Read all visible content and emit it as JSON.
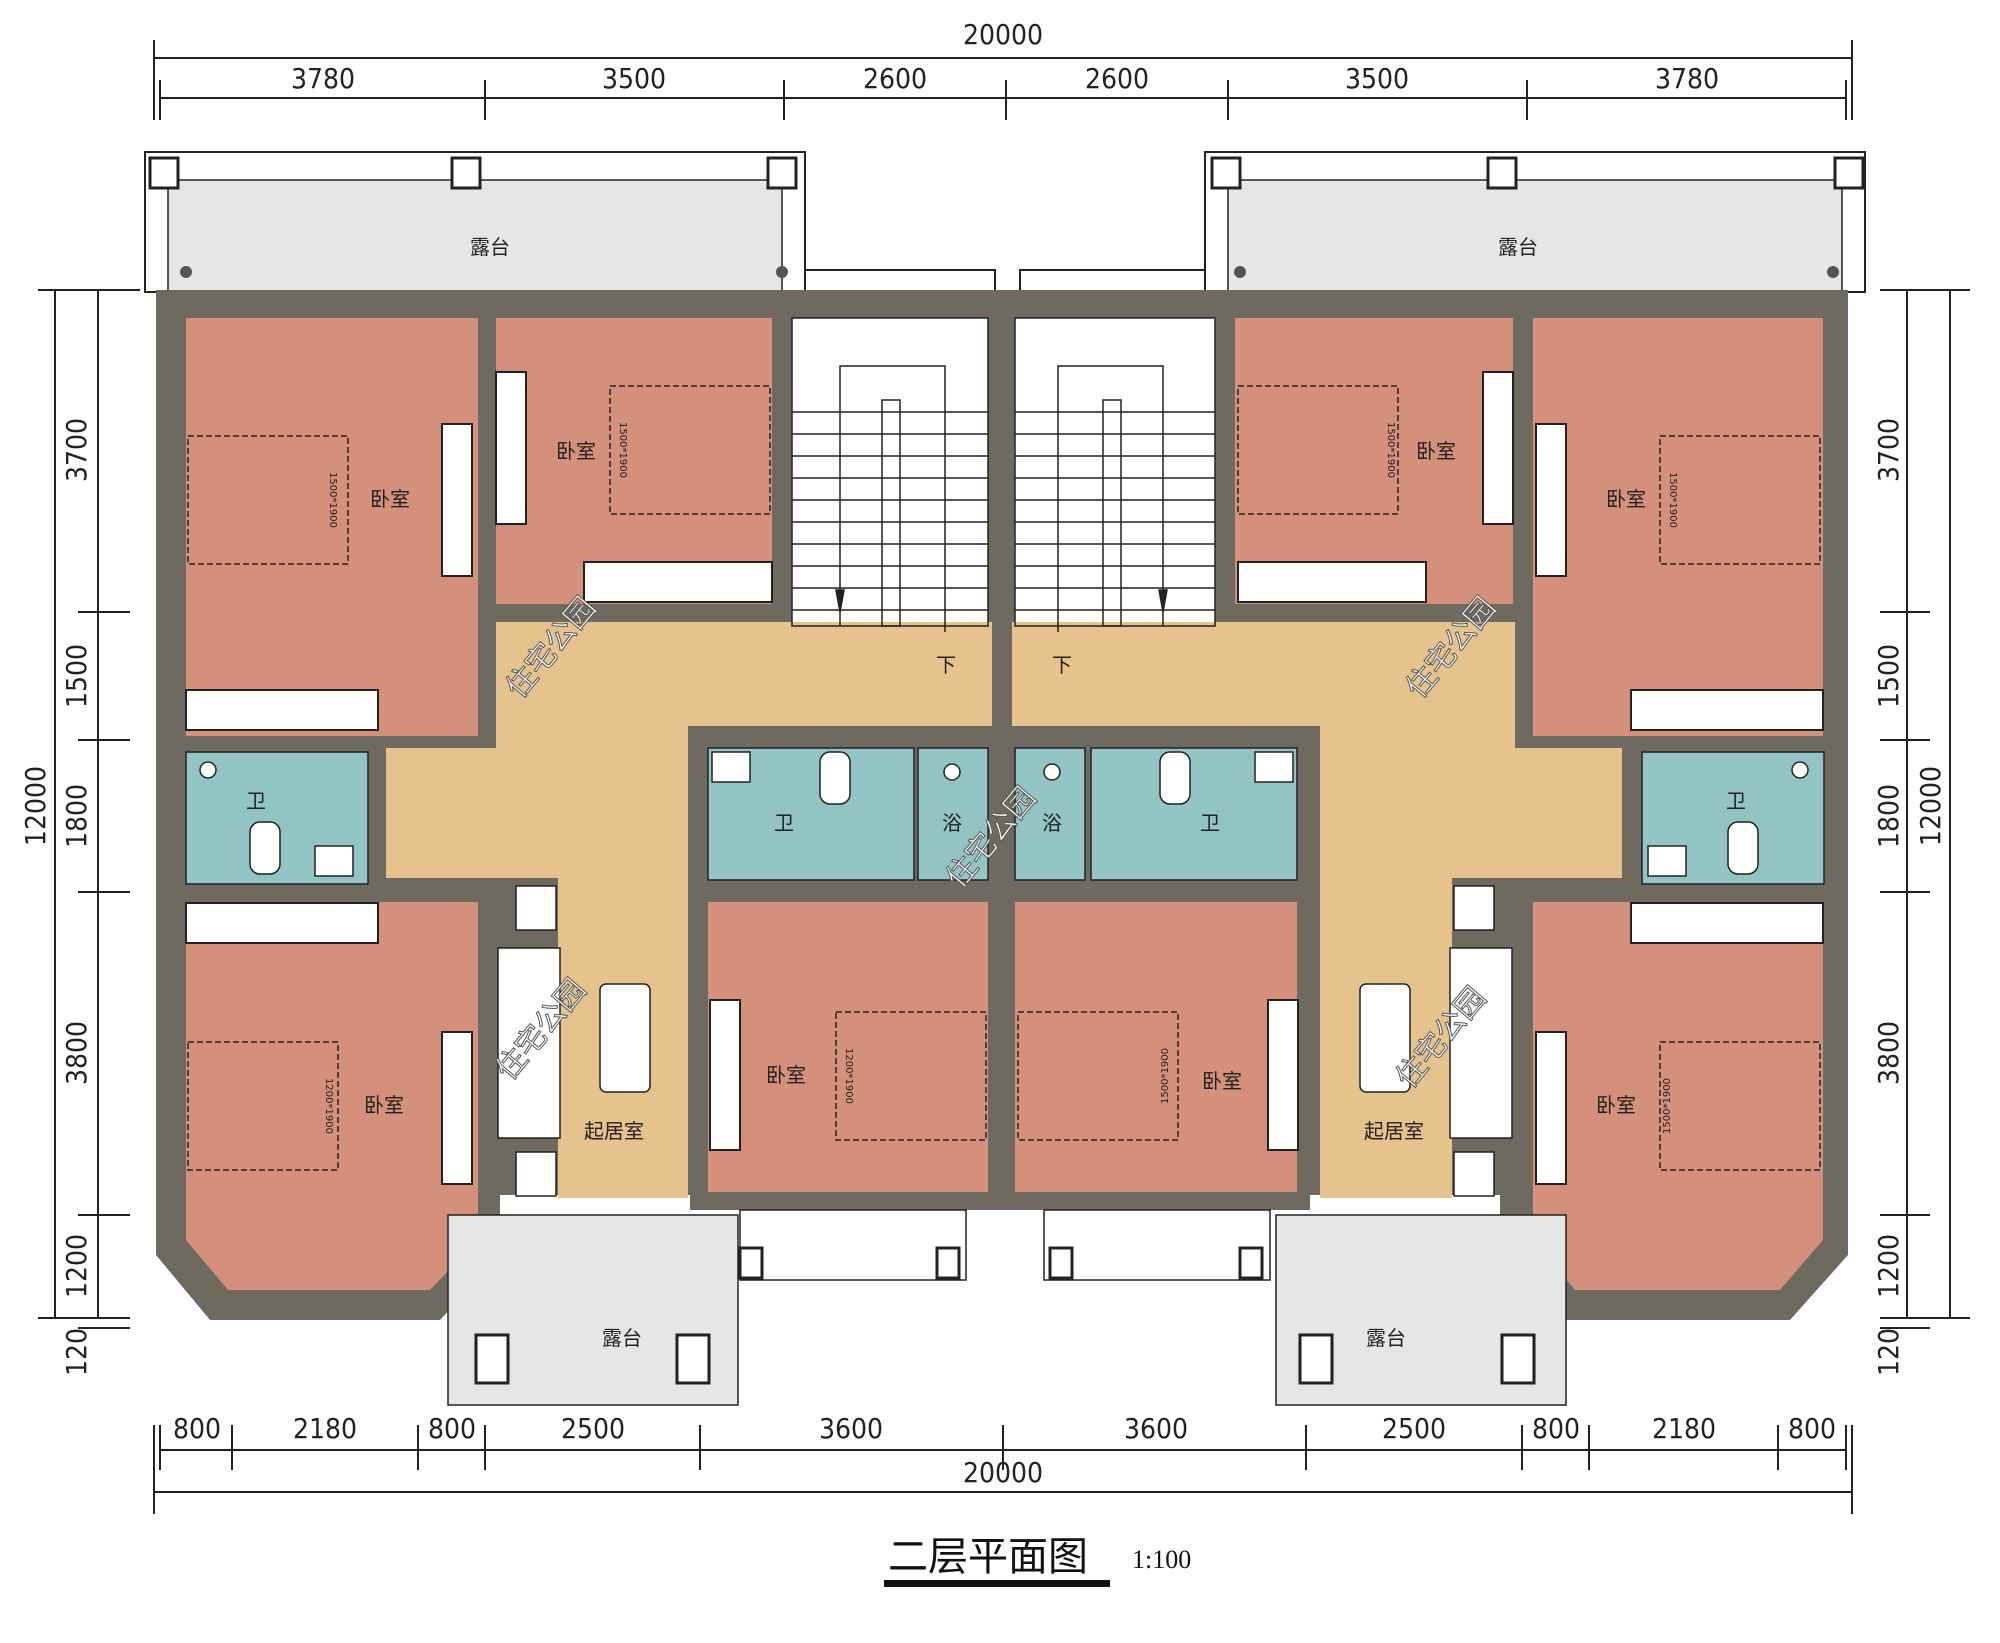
{
  "drawing": {
    "title": "二层平面图",
    "scale": "1:100"
  },
  "dimensions": {
    "top_total": "20000",
    "top_segments": [
      "3780",
      "3500",
      "2600",
      "2600",
      "3500",
      "3780"
    ],
    "bottom_total": "20000",
    "bottom_segments": [
      "800",
      "2180",
      "800",
      "2500",
      "3600",
      "3600",
      "2500",
      "800",
      "2180",
      "800"
    ],
    "left_total": "12000",
    "left_segments": [
      "3700",
      "1500",
      "1800",
      "3800",
      "1200",
      "120"
    ],
    "right_total": "12000",
    "right_segments": [
      "3700",
      "1500",
      "1800",
      "3800",
      "1200",
      "120"
    ]
  },
  "rooms": {
    "terrace_top_left": "露台",
    "terrace_top_right": "露台",
    "terrace_bottom_left": "露台",
    "terrace_bottom_right": "露台",
    "bedroom_nw_outer": "卧室",
    "bedroom_nw_inner": "卧室",
    "bedroom_ne_inner": "卧室",
    "bedroom_ne_outer": "卧室",
    "bath_left": "卫",
    "bath_right": "卫",
    "bath_center_left": "卫",
    "bath_center_right": "卫",
    "shower_center_left": "浴",
    "shower_center_right": "浴",
    "bedroom_sw_outer": "卧室",
    "bedroom_s_center_left": "卧室",
    "bedroom_s_center_right": "卧室",
    "bedroom_se_outer": "卧室",
    "living_left": "起居室",
    "living_right": "起居室",
    "stair_left_down": "下",
    "stair_right_down": "下"
  },
  "bed_sizes": {
    "nw_outer": "1500*1900",
    "nw_inner": "1500*1900",
    "ne_inner": "1500*1900",
    "ne_outer": "1500*1900",
    "sw_outer": "1200*1900",
    "s_center_left": "1200*1900",
    "s_center_right": "1500*1900",
    "se_outer": "1500*1900"
  },
  "watermarks": [
    "住宅公园",
    "住宅公园",
    "住宅公园",
    "住宅公园",
    "住宅公园",
    "住宅公园"
  ],
  "colors": {
    "wall": "#6e6a60",
    "bedroom": "#d4907a",
    "bath": "#92c4c4",
    "living": "#e6c28c",
    "terrace": "#e6e6e6",
    "stair": "#ffffff",
    "line": "#222222"
  }
}
